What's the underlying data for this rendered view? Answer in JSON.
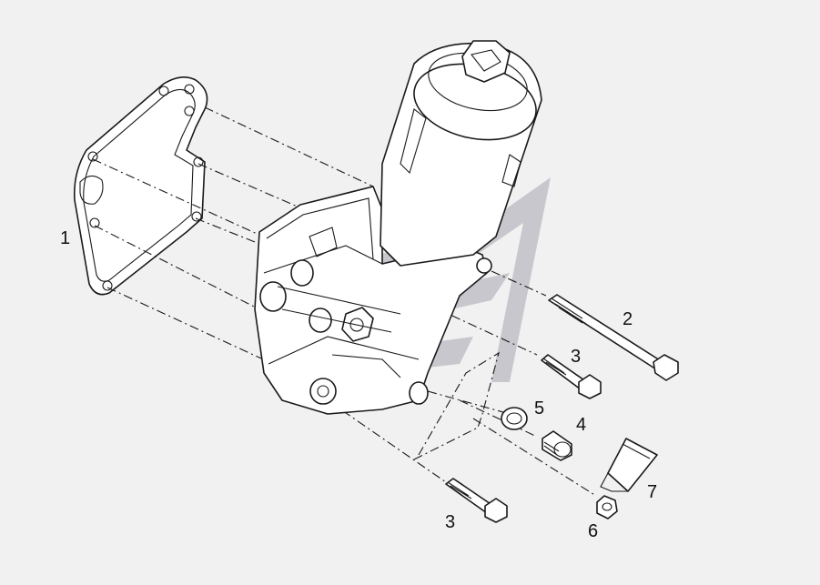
{
  "diagram": {
    "callouts": [
      {
        "id": "1",
        "text": "1"
      },
      {
        "id": "2",
        "text": "2"
      },
      {
        "id": "3a",
        "text": "3"
      },
      {
        "id": "3b",
        "text": "3"
      },
      {
        "id": "4",
        "text": "4"
      },
      {
        "id": "5",
        "text": "5"
      },
      {
        "id": "6",
        "text": "6"
      },
      {
        "id": "7",
        "text": "7"
      }
    ],
    "colors": {
      "background": "#f1f1f1",
      "line": "#1a1a1a",
      "watermark": "#b9b9c2"
    }
  }
}
